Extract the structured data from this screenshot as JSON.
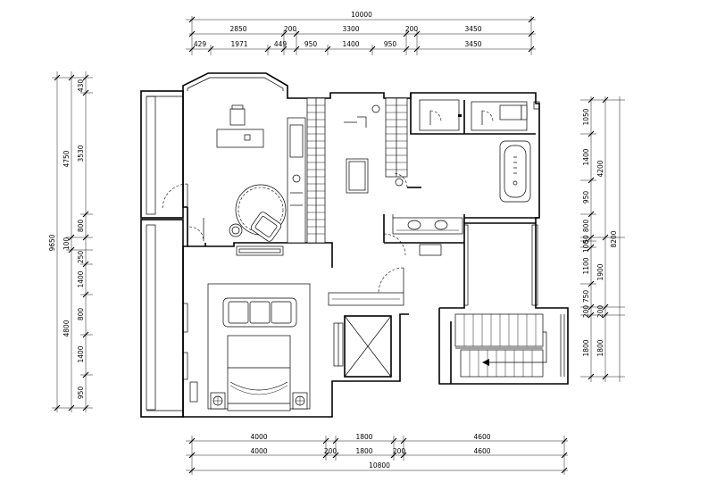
{
  "dimensions": {
    "top_total": "10000",
    "top_row1": [
      "2850",
      "200",
      "3300",
      "200",
      "3450"
    ],
    "top_row2": [
      "429",
      "1971",
      "449",
      "950",
      "1400",
      "950",
      "3450"
    ],
    "left_total": "9650",
    "left_row1": [
      "4750",
      "100",
      "4800"
    ],
    "left_row2": [
      "430",
      "3530",
      "800",
      "250",
      "1400",
      "800",
      "1400",
      "950"
    ],
    "right_total": "8200",
    "right_row1": [
      "1050",
      "1400",
      "950",
      "800",
      "50",
      "100",
      "1100",
      "750",
      "200",
      "1800"
    ],
    "right_row2": [
      "4200",
      "1900",
      "200",
      "1800"
    ],
    "bottom_row1": [
      "4000",
      "1800",
      "4600"
    ],
    "bottom_row2": [
      "4000",
      "200",
      "1800",
      "200",
      "4600"
    ],
    "bottom_total": "10800"
  },
  "colors": {
    "line": "#000000",
    "background": "#ffffff"
  }
}
